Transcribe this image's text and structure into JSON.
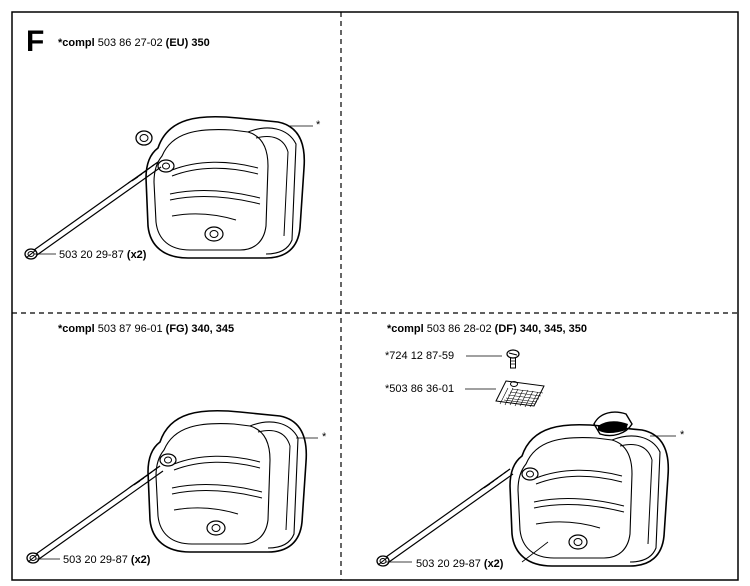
{
  "section_letter": "F",
  "panels": [
    {
      "id": "tl",
      "header": {
        "prefix": "*compl",
        "number": "503 86 27-02",
        "variant": "(EU)",
        "models": "350"
      },
      "callouts": {
        "muffler": "*",
        "bolt_number": "503 20 29-87",
        "bolt_qty": "(x2)"
      }
    },
    {
      "id": "tr",
      "header": null,
      "callouts": null
    },
    {
      "id": "bl",
      "header": {
        "prefix": "*compl",
        "number": "503 87 96-01",
        "variant": "(FG)",
        "models": "340, 345"
      },
      "callouts": {
        "muffler": "*",
        "bolt_number": "503 20 29-87",
        "bolt_qty": "(x2)"
      }
    },
    {
      "id": "br",
      "header": {
        "prefix": "*compl",
        "number": "503 86 28-02",
        "variant": "(DF)",
        "models": "340, 345, 350"
      },
      "callouts": {
        "muffler": "*",
        "screw": "*724 12 87-59",
        "screen": "*503 86 36-01",
        "bolt_number": "503 20 29-87",
        "bolt_qty": "(x2)"
      }
    }
  ]
}
